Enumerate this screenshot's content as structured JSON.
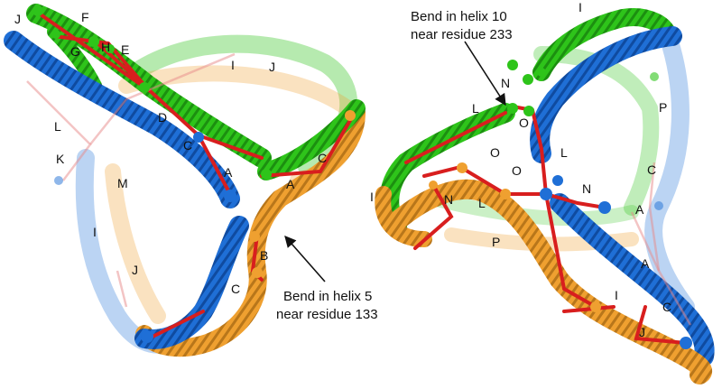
{
  "left_panel": {
    "labels": {
      "J1": "J",
      "F": "F",
      "G": "G",
      "H": "H",
      "E": "E",
      "I1": "I",
      "J2": "J",
      "L": "L",
      "D": "D",
      "C1": "C",
      "K": "K",
      "M": "M",
      "A1": "A",
      "C2": "C",
      "A2": "A",
      "I2": "I",
      "J3": "J",
      "B": "B",
      "C3": "C"
    },
    "annotation": {
      "line1": "Bend in helix 5",
      "line2": "near residue 133"
    }
  },
  "right_panel": {
    "labels": {
      "I1": "I",
      "N1": "N",
      "L1": "L",
      "O1": "O",
      "O2": "O",
      "L2": "L",
      "P1": "P",
      "O3": "O",
      "C1": "C",
      "I2": "I",
      "N2": "N",
      "L3": "L",
      "N3": "N",
      "A1": "A",
      "P2": "P",
      "A2": "A",
      "I3": "I",
      "C2": "C",
      "J": "J"
    },
    "annotation": {
      "line1": "Bend in helix 10",
      "line2": "near residue 233"
    }
  },
  "colors": {
    "green": "#2ec41a",
    "blue": "#1f6fd6",
    "orange": "#efa030",
    "red": "#d81e1e",
    "pink": "#e88a8a"
  }
}
